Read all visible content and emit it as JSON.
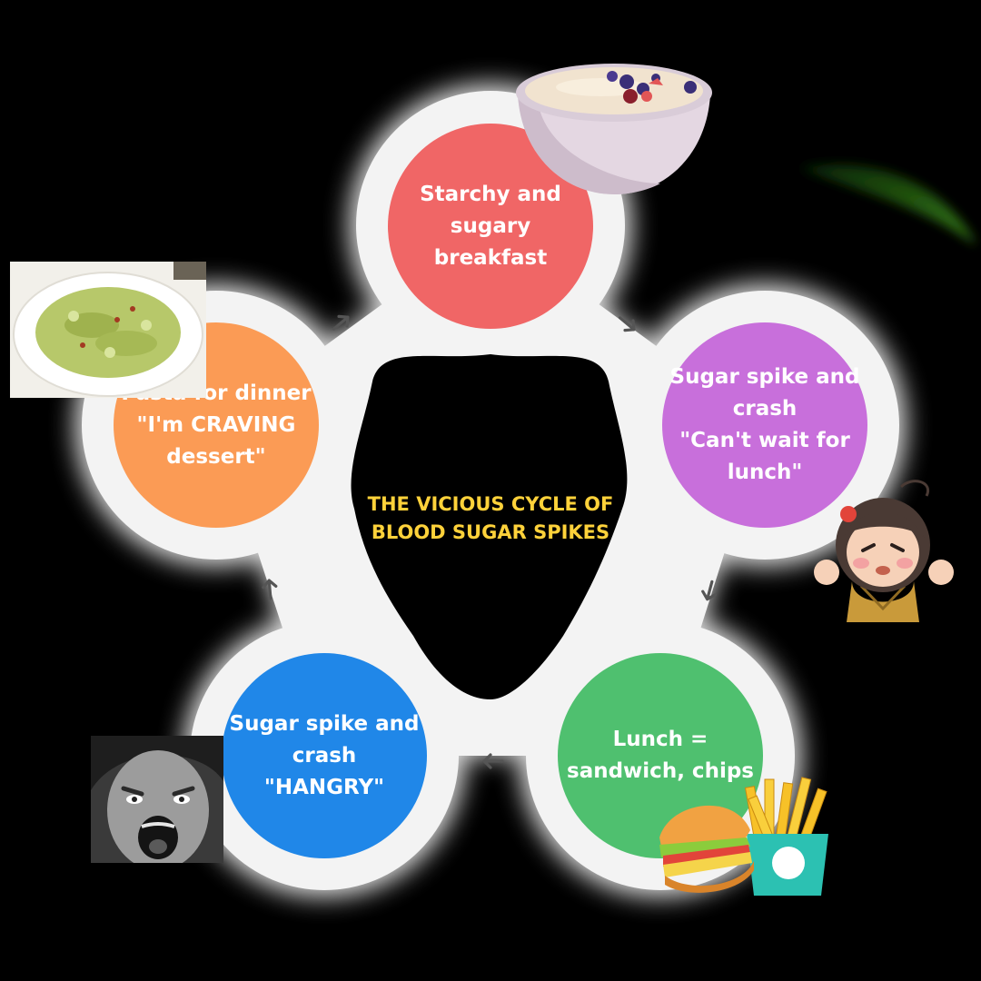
{
  "title": {
    "line1": "THE VICIOUS CYCLE OF",
    "line2": "BLOOD SUGAR SPIKES",
    "color": "#ffd23a"
  },
  "nodes": [
    {
      "lines": [
        "Starchy and",
        "sugary",
        "breakfast"
      ],
      "color": "#f06666"
    },
    {
      "lines": [
        "Sugar spike and",
        "crash",
        "\"Can't wait for",
        "lunch\""
      ],
      "color": "#c86fdb"
    },
    {
      "lines": [
        "Lunch =",
        "sandwich, chips"
      ],
      "color": "#4fc06f"
    },
    {
      "lines": [
        "Sugar spike and",
        "crash",
        "\"HANGRY\""
      ],
      "color": "#2087e8"
    },
    {
      "lines": [
        "Pasta for dinner",
        "\"I'm CRAVING",
        "dessert\""
      ],
      "color": "#fb9b55"
    }
  ],
  "icons": [
    "oatmeal-bowl-icon",
    "pasta-photo-icon",
    "angry-girl-icon",
    "sandwich-fries-icon",
    "screaming-face-icon",
    "arrow-icon"
  ],
  "colors": {
    "background": "#000000",
    "ring": "#f3f3f3",
    "arrow": "#555555"
  }
}
